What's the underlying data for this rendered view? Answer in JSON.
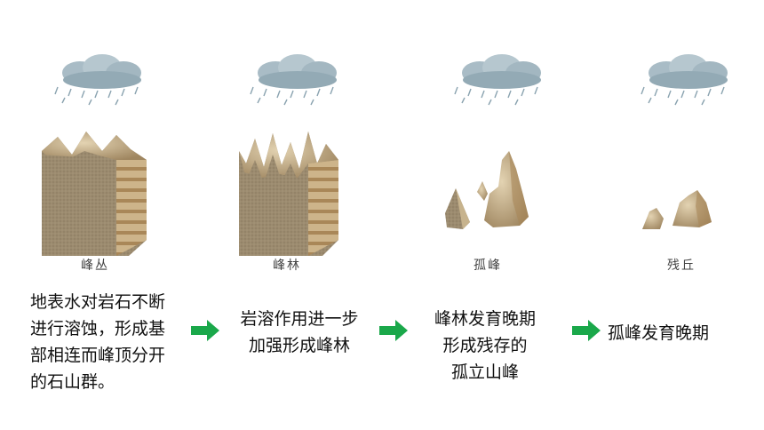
{
  "stages": [
    {
      "label": "峰丛",
      "icon": "peak-cluster-block-icon"
    },
    {
      "label": "峰林",
      "icon": "peak-forest-block-icon"
    },
    {
      "label": "孤峰",
      "icon": "isolated-peak-icon"
    },
    {
      "label": "残丘",
      "icon": "residual-hill-icon"
    }
  ],
  "descriptions": [
    {
      "lines": [
        "地表水对岩石不断",
        "进行溶蚀，形成基",
        "部相连而峰顶分开",
        "的石山群。"
      ]
    },
    {
      "lines": [
        "岩溶作用进一步",
        "加强形成峰林"
      ]
    },
    {
      "lines": [
        "峰林发育晚期",
        "形成残存的",
        "孤立山峰"
      ]
    },
    {
      "lines": [
        "孤峰发育晚期"
      ]
    }
  ],
  "colors": {
    "arrow": "#1aa84a",
    "cloud": "#9fb4be",
    "rain": "#8aa3b0",
    "rock_front": "#9a8a6e",
    "rock_top": "#c8b48e",
    "strata": "#b89a6a"
  }
}
